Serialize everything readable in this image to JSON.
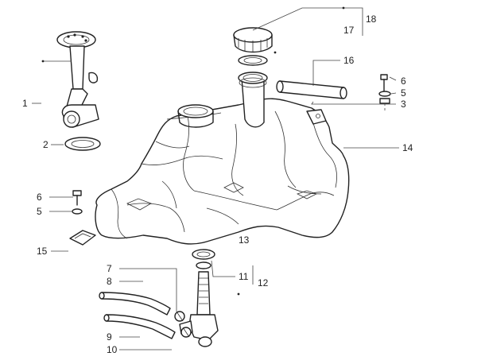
{
  "diagram": {
    "callouts": {
      "c1": "1",
      "c2": "2",
      "c3": "3",
      "c5a": "5",
      "c6a": "6",
      "c5b": "5",
      "c6b": "6",
      "c7": "7",
      "c8": "8",
      "c9": "9",
      "c10": "10",
      "c11": "11",
      "c12": "12",
      "c13": "13",
      "c14": "14",
      "c15": "15",
      "c16": "16",
      "c17": "17",
      "c18": "18"
    },
    "colors": {
      "line": "#222222",
      "background": "#ffffff"
    }
  }
}
